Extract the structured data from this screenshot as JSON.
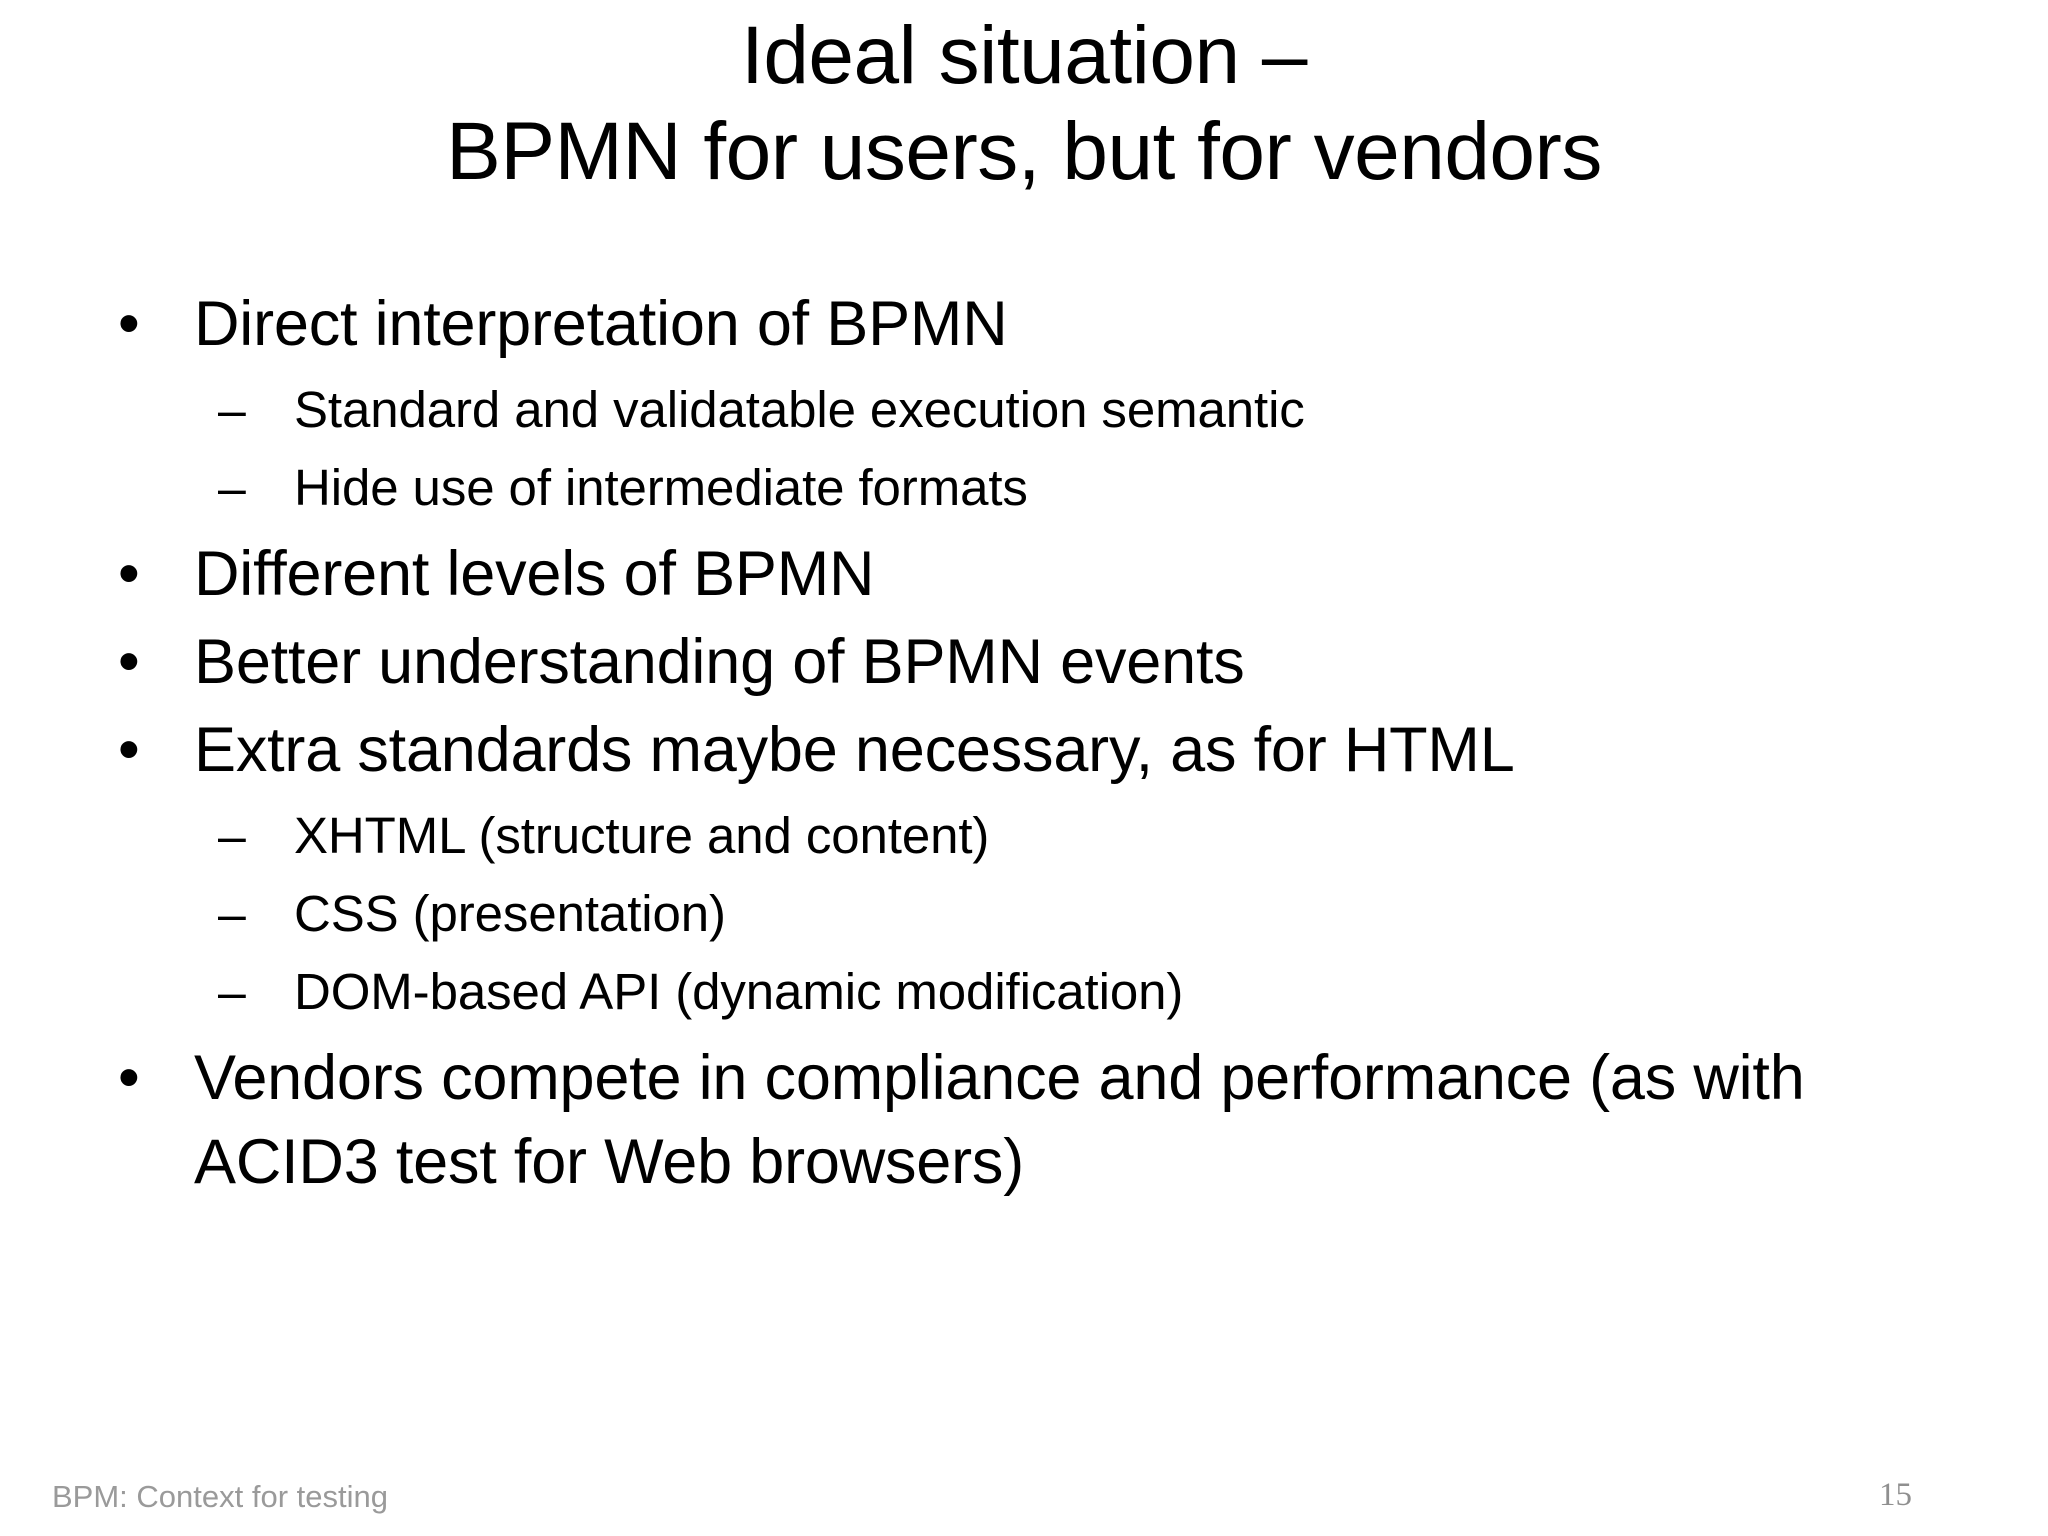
{
  "slide": {
    "background_color": "#ffffff",
    "text_color": "#000000",
    "footer_color": "#9a9a9a"
  },
  "title": {
    "line1": "Ideal situation –",
    "line2": "BPMN for users, but for vendors"
  },
  "markers": {
    "level1": "•",
    "level2": "–"
  },
  "bullets": [
    {
      "level": 1,
      "text": "Direct interpretation of BPMN"
    },
    {
      "level": 2,
      "text": "Standard and validatable execution semantic"
    },
    {
      "level": 2,
      "text": "Hide use of intermediate formats"
    },
    {
      "level": 1,
      "text": "Different levels of BPMN"
    },
    {
      "level": 1,
      "text": "Better understanding of BPMN events"
    },
    {
      "level": 1,
      "text": "Extra standards maybe necessary, as for HTML"
    },
    {
      "level": 2,
      "text": "XHTML (structure and content)"
    },
    {
      "level": 2,
      "text": "CSS (presentation)"
    },
    {
      "level": 2,
      "text": "DOM-based API (dynamic modification)"
    },
    {
      "level": 1,
      "text": "Vendors compete in compliance and performance (as with ACID3 test for Web browsers)"
    }
  ],
  "footer": {
    "left_label": "BPM: Context for testing",
    "page_number": "15"
  }
}
